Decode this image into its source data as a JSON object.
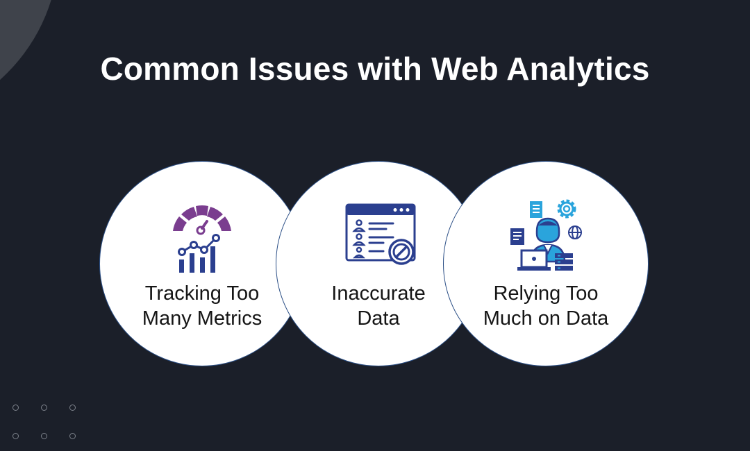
{
  "page": {
    "title": "Common Issues with Web Analytics"
  },
  "issues": [
    {
      "icon": "gauge-chart-icon",
      "line1": "Tracking Too",
      "line2": "Many Metrics"
    },
    {
      "icon": "browser-blocked-icon",
      "line1": "Inaccurate",
      "line2": "Data"
    },
    {
      "icon": "analyst-workstation-icon",
      "line1": "Relying Too",
      "line2": "Much on Data"
    }
  ],
  "colors": {
    "background": "#1b1f29",
    "corner_shape": "#3f434b",
    "circle_border": "#2b4f86",
    "icon_navy": "#2b3f8f",
    "icon_purple": "#7a3d8f",
    "icon_blue": "#2aa4dc"
  }
}
